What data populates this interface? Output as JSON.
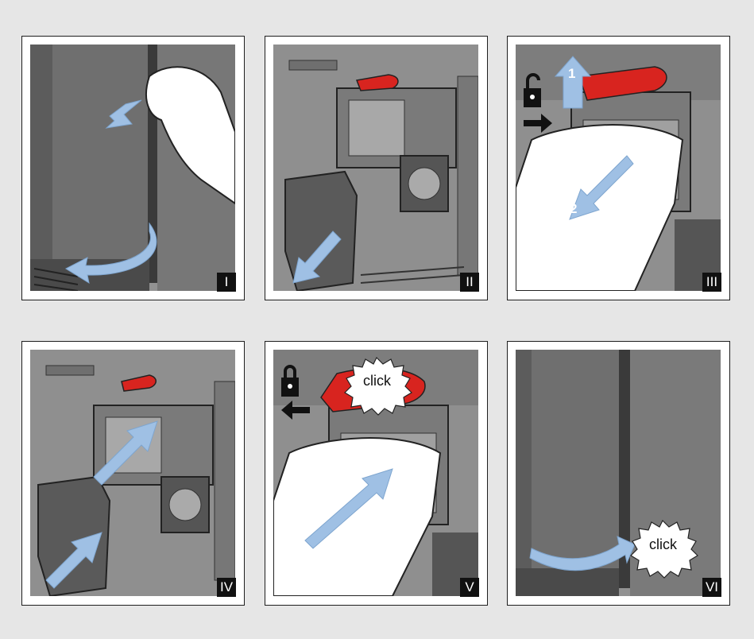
{
  "steps": [
    {
      "label": "I",
      "description": "Open the service door"
    },
    {
      "label": "II",
      "description": "Remove the drip tray container"
    },
    {
      "label": "III",
      "description": "Unlock the brewing unit and pull it out"
    },
    {
      "label": "IV",
      "description": "Insert the brewing unit and container"
    },
    {
      "label": "V",
      "description": "Push in the brewing unit and lock it"
    },
    {
      "label": "VI",
      "description": "Close the service door"
    }
  ],
  "callouts": {
    "click": "click",
    "step_one": "1",
    "step_two": "2"
  },
  "colors": {
    "background": "#e6e6e6",
    "panel_border": "#1e1e1e",
    "arrow": "#9fc0e4",
    "lever": "#d8241f",
    "machine": "#6d6d6d",
    "hand": "#ffffff"
  }
}
